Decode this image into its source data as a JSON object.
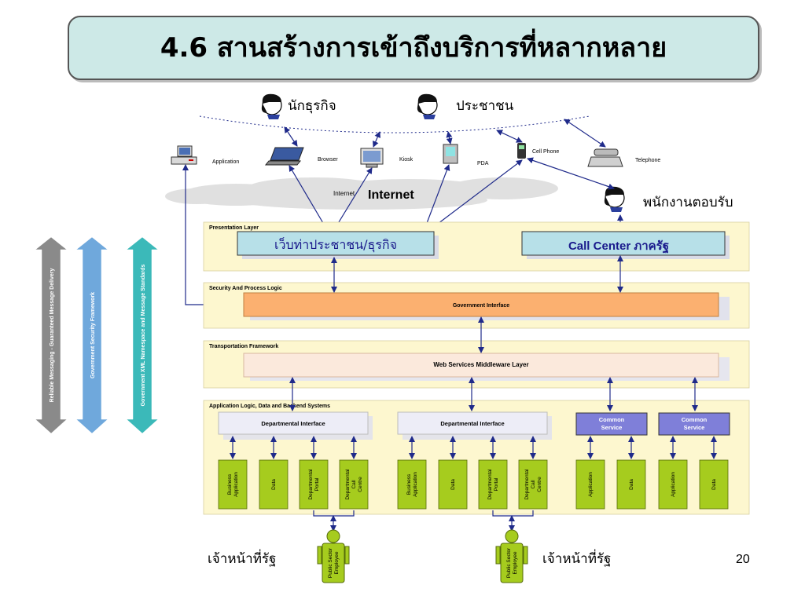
{
  "title": "4.6 สานสร้างการเข้าถึงบริการที่หลากหลาย",
  "slide_number": "20",
  "actors": {
    "business": "นักธุรกิจ",
    "citizen": "ประชาชน",
    "operator": "พนักงานตอบรับ",
    "official_left": "เจ้าหน้าที่รัฐ",
    "official_right": "เจ้าหน้าที่รัฐ"
  },
  "channels": {
    "application": "Application",
    "browser": "Browser",
    "kiosk": "Kiosk",
    "pda": "PDA",
    "cell_phone": "Cell Phone",
    "telephone": "Telephone"
  },
  "cloud": {
    "small_label": "Internet",
    "big_label": "Internet"
  },
  "layers": {
    "presentation": "Presentation Layer",
    "security": "Security And Process Logic",
    "transport": "Transportation Framework",
    "application": "Application Logic, Data and Backend Systems"
  },
  "boxes": {
    "portal": "เว็บท่าประชาชน/ธุรกิจ",
    "call_center": "Call Center ภาครัฐ",
    "gov_interface": "Government Interface",
    "middleware": "Web Services Middleware Layer",
    "dept_interface_1": "Departmental Interface",
    "dept_interface_2": "Departmental Interface",
    "common_service_1": "Common Service",
    "common_service_2": "Common Service"
  },
  "side_arrows": [
    {
      "label": "Reliable Messaging - Guaranteed Message Delivery",
      "color": "#8a8a8a"
    },
    {
      "label": "Government Security Framework",
      "color": "#6fa8dc"
    },
    {
      "label": "Government XML Namespace and Message Standards",
      "color": "#3bb9b9"
    }
  ],
  "backend_items": [
    "Business Application",
    "Data",
    "Departmental Portal",
    "Departmental Call Centre",
    "Business Application",
    "Data",
    "Departmental Portal",
    "Departmental Call Centre",
    "Application",
    "Data",
    "Application",
    "Data"
  ],
  "employee_label": "Public Sector Employee",
  "colors": {
    "title_bg": "#cde9e7",
    "layer_bg": "#fdf7cf",
    "gov_interface": "#fbb070",
    "middleware": "#fbe9dc",
    "common_service": "#7f7fd9",
    "backend": "#a6cc1e",
    "arrow": "#1f2a8a"
  }
}
